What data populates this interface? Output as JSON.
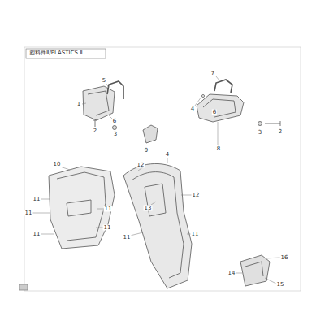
{
  "diagram": {
    "title": "塑料件Ⅱ/PLASTICS Ⅱ",
    "labels": [
      "5",
      "1",
      "6",
      "2",
      "3",
      "7",
      "4",
      "6",
      "8",
      "3",
      "2",
      "9",
      "10",
      "11",
      "11",
      "11",
      "11",
      "11",
      "12",
      "4",
      "12",
      "13",
      "11",
      "11",
      "14",
      "16",
      "15"
    ]
  }
}
